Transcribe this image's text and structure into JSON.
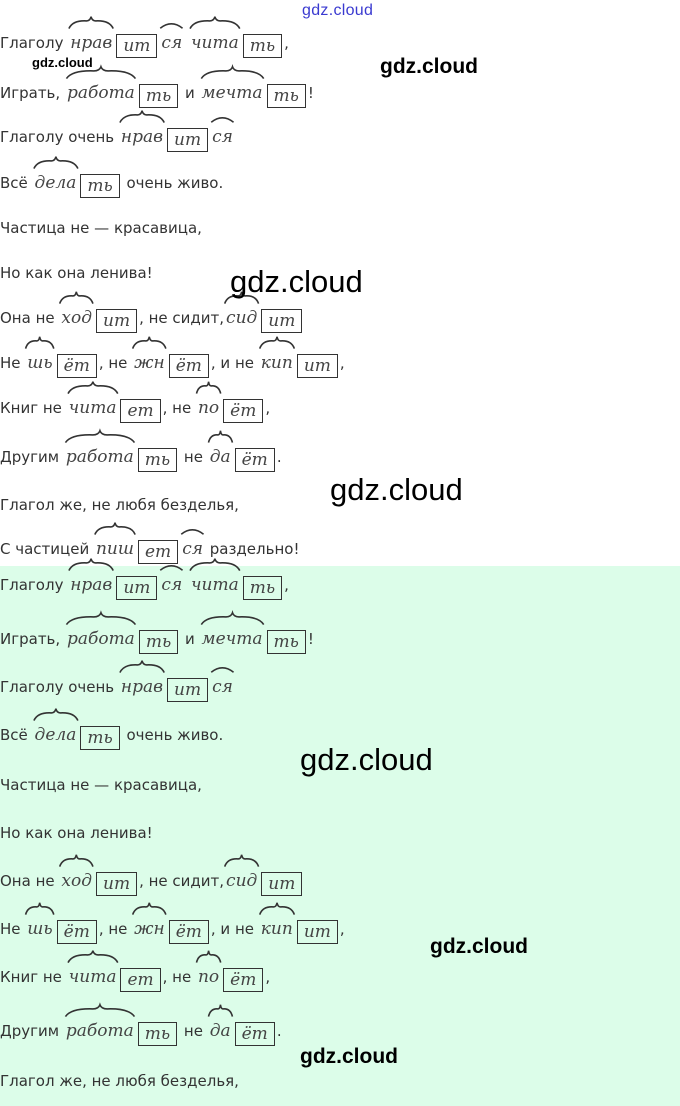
{
  "watermarks": {
    "top": "gdz.cloud",
    "w1": "gdz.cloud",
    "w2": "gdz.cloud",
    "w3": "gdz.cloud",
    "w4": "gdz.cloud",
    "w5": "gdz.cloud",
    "w6": "gdz.cloud",
    "w7": "gdz.cloud"
  },
  "colors": {
    "highlight_bg": "#dcfde9",
    "watermark_top": "#3a3ad0"
  },
  "poem_original": [
    [
      {
        "t": "plain",
        "v": "Глаголу "
      },
      {
        "t": "root",
        "v": "нрав"
      },
      {
        "t": "end",
        "v": "ит"
      },
      {
        "t": "post",
        "v": "ся"
      },
      {
        "t": "plain",
        "v": " "
      },
      {
        "t": "root",
        "v": "чита"
      },
      {
        "t": "end",
        "v": "ть"
      },
      {
        "t": "plain",
        "v": ","
      }
    ],
    [
      {
        "t": "plain",
        "v": "Играть, "
      },
      {
        "t": "root",
        "v": "работа"
      },
      {
        "t": "end",
        "v": "ть"
      },
      {
        "t": "plain",
        "v": " и "
      },
      {
        "t": "root",
        "v": "мечта"
      },
      {
        "t": "end",
        "v": "ть"
      },
      {
        "t": "plain",
        "v": "!"
      }
    ],
    [
      {
        "t": "plain",
        "v": "Глаголу очень "
      },
      {
        "t": "root",
        "v": "нрав"
      },
      {
        "t": "end",
        "v": "ит"
      },
      {
        "t": "post",
        "v": "ся"
      }
    ],
    [
      {
        "t": "plain",
        "v": "Всё "
      },
      {
        "t": "root",
        "v": "дела"
      },
      {
        "t": "end",
        "v": "ть"
      },
      {
        "t": "plain",
        "v": " очень живо."
      }
    ],
    [
      {
        "t": "plain",
        "v": "Частица не — красавица,"
      }
    ],
    [
      {
        "t": "plain",
        "v": "Но как она ленива!"
      }
    ],
    [
      {
        "t": "plain",
        "v": "Она не "
      },
      {
        "t": "root",
        "v": "ход"
      },
      {
        "t": "end",
        "v": "ит"
      },
      {
        "t": "plain",
        "v": ", не сидит,"
      },
      {
        "t": "root",
        "v": "сид"
      },
      {
        "t": "end",
        "v": "ит"
      }
    ],
    [
      {
        "t": "plain",
        "v": "Не "
      },
      {
        "t": "root",
        "v": "шь"
      },
      {
        "t": "end",
        "v": "ёт"
      },
      {
        "t": "plain",
        "v": ", не "
      },
      {
        "t": "root",
        "v": "жн"
      },
      {
        "t": "end",
        "v": "ёт"
      },
      {
        "t": "plain",
        "v": ", и не "
      },
      {
        "t": "root",
        "v": "кип"
      },
      {
        "t": "end",
        "v": "ит"
      },
      {
        "t": "plain",
        "v": ","
      }
    ],
    [
      {
        "t": "plain",
        "v": "Книг не "
      },
      {
        "t": "root",
        "v": "чита"
      },
      {
        "t": "end",
        "v": "ет"
      },
      {
        "t": "plain",
        "v": ", не "
      },
      {
        "t": "root",
        "v": "по"
      },
      {
        "t": "end",
        "v": "ёт"
      },
      {
        "t": "plain",
        "v": ","
      }
    ],
    [
      {
        "t": "plain",
        "v": "Другим "
      },
      {
        "t": "root",
        "v": "работа"
      },
      {
        "t": "end",
        "v": "ть"
      },
      {
        "t": "plain",
        "v": " не "
      },
      {
        "t": "root",
        "v": "да"
      },
      {
        "t": "end",
        "v": "ёт"
      },
      {
        "t": "plain",
        "v": "."
      }
    ],
    [
      {
        "t": "plain",
        "v": "Глагол же, не любя безделья,"
      }
    ],
    [
      {
        "t": "plain",
        "v": "С частицей "
      },
      {
        "t": "root",
        "v": "пиш"
      },
      {
        "t": "end",
        "v": "ет"
      },
      {
        "t": "post",
        "v": "ся"
      },
      {
        "t": "plain",
        "v": " раздельно!"
      }
    ]
  ],
  "poem_highlighted": [
    [
      {
        "t": "plain",
        "v": "Глаголу "
      },
      {
        "t": "root",
        "v": "нрав"
      },
      {
        "t": "end",
        "v": "ит"
      },
      {
        "t": "post",
        "v": "ся"
      },
      {
        "t": "plain",
        "v": " "
      },
      {
        "t": "root",
        "v": "чита"
      },
      {
        "t": "end",
        "v": "ть"
      },
      {
        "t": "plain",
        "v": ","
      }
    ],
    [
      {
        "t": "plain",
        "v": "Играть, "
      },
      {
        "t": "root",
        "v": "работа"
      },
      {
        "t": "end",
        "v": "ть"
      },
      {
        "t": "plain",
        "v": " и "
      },
      {
        "t": "root",
        "v": "мечта"
      },
      {
        "t": "end",
        "v": "ть"
      },
      {
        "t": "plain",
        "v": "!"
      }
    ],
    [
      {
        "t": "plain",
        "v": "Глаголу очень "
      },
      {
        "t": "root",
        "v": "нрав"
      },
      {
        "t": "end",
        "v": "ит"
      },
      {
        "t": "post",
        "v": "ся"
      }
    ],
    [
      {
        "t": "plain",
        "v": "Всё "
      },
      {
        "t": "root",
        "v": "дела"
      },
      {
        "t": "end",
        "v": "ть"
      },
      {
        "t": "plain",
        "v": " очень живо."
      }
    ],
    [
      {
        "t": "plain",
        "v": "Частица не — красавица,"
      }
    ],
    [
      {
        "t": "plain",
        "v": "Но как она ленива!"
      }
    ],
    [
      {
        "t": "plain",
        "v": "Она не "
      },
      {
        "t": "root",
        "v": "ход"
      },
      {
        "t": "end",
        "v": "ит"
      },
      {
        "t": "plain",
        "v": ", не сидит,"
      },
      {
        "t": "root",
        "v": "сид"
      },
      {
        "t": "end",
        "v": "ит"
      }
    ],
    [
      {
        "t": "plain",
        "v": "Не "
      },
      {
        "t": "root",
        "v": "шь"
      },
      {
        "t": "end",
        "v": "ёт"
      },
      {
        "t": "plain",
        "v": ", не "
      },
      {
        "t": "root",
        "v": "жн"
      },
      {
        "t": "end",
        "v": "ёт"
      },
      {
        "t": "plain",
        "v": ", и не "
      },
      {
        "t": "root",
        "v": "кип"
      },
      {
        "t": "end",
        "v": "ит"
      },
      {
        "t": "plain",
        "v": ","
      }
    ],
    [
      {
        "t": "plain",
        "v": "Книг не "
      },
      {
        "t": "root",
        "v": "чита"
      },
      {
        "t": "end",
        "v": "ет"
      },
      {
        "t": "plain",
        "v": ", не "
      },
      {
        "t": "root",
        "v": "по"
      },
      {
        "t": "end",
        "v": "ёт"
      },
      {
        "t": "plain",
        "v": ","
      }
    ],
    [
      {
        "t": "plain",
        "v": "Другим "
      },
      {
        "t": "root",
        "v": "работа"
      },
      {
        "t": "end",
        "v": "ть"
      },
      {
        "t": "plain",
        "v": " не "
      },
      {
        "t": "root",
        "v": "да"
      },
      {
        "t": "end",
        "v": "ёт"
      },
      {
        "t": "plain",
        "v": "."
      }
    ],
    [
      {
        "t": "plain",
        "v": "Глагол же, не любя безделья,"
      }
    ]
  ]
}
